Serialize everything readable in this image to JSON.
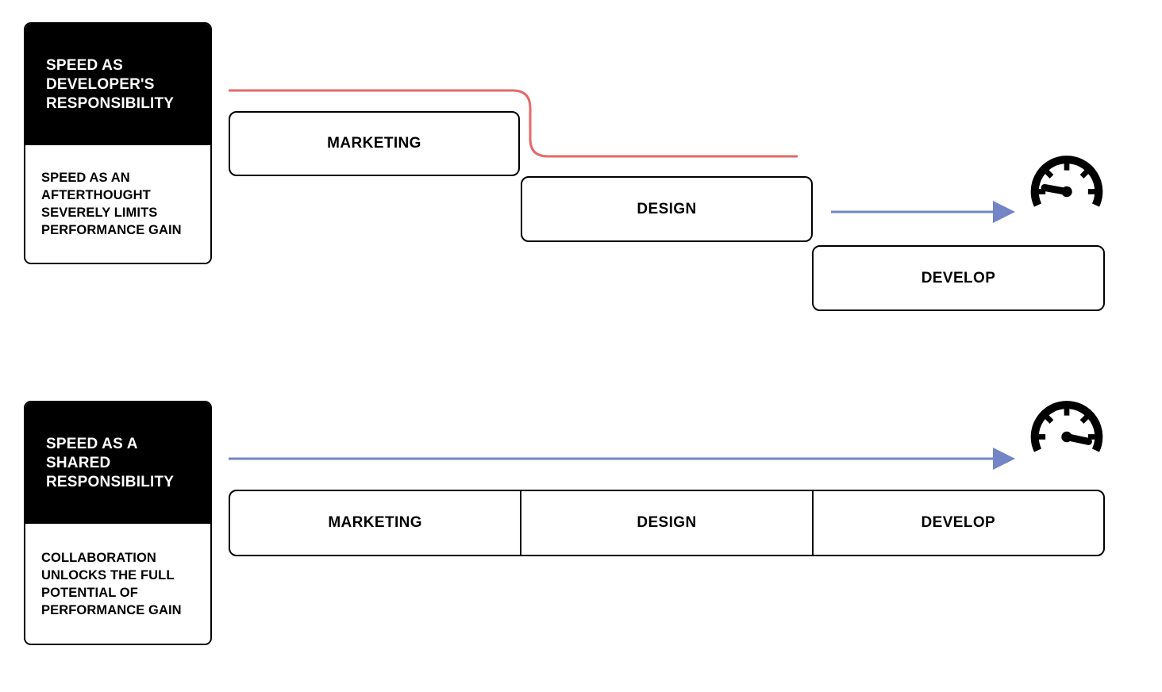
{
  "colors": {
    "delay_line_red": "#E26A6A",
    "timeline_arrow_blue": "#7385C6",
    "ink_black": "#000000",
    "background_white": "#FFFFFF"
  },
  "top_flow": {
    "card": {
      "title": "SPEED AS\nDEVELOPER'S\nRESPONSIBILITY",
      "description": "SPEED AS AN\nAFTERTHOUGHT\nSEVERELY LIMITS\nPERFORMANCE GAIN"
    },
    "stages": [
      "MARKETING",
      "DESIGN",
      "DEVELOP"
    ],
    "gauge_icon": "speedometer-slow-icon"
  },
  "bottom_flow": {
    "card": {
      "title": "SPEED AS A\nSHARED\nRESPONSIBILITY",
      "description": "COLLABORATION\nUNLOCKS THE FULL\nPOTENTIAL OF\nPERFORMANCE GAIN"
    },
    "stages": [
      "MARKETING",
      "DESIGN",
      "DEVELOP"
    ],
    "gauge_icon": "speedometer-fast-icon"
  }
}
